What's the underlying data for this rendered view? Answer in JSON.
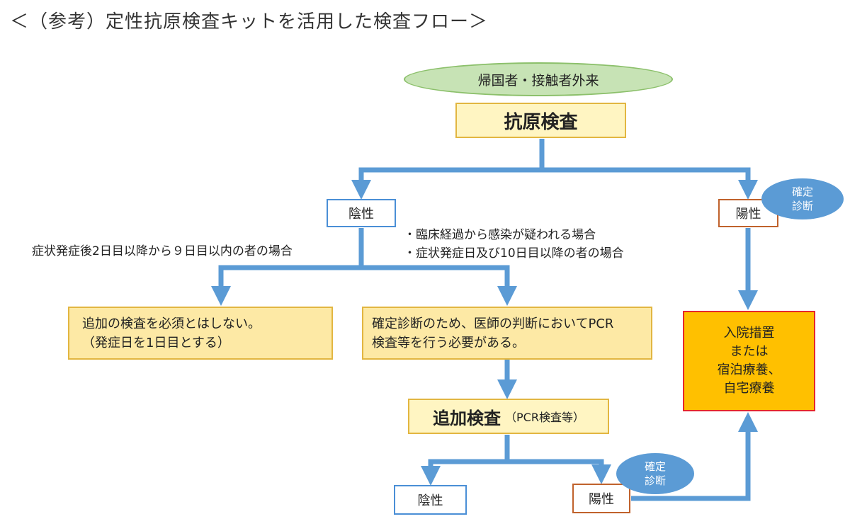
{
  "title": "＜（参考）定性抗原検査キットを活用した検査フロー＞",
  "diagram": {
    "start": "帰国者・接触者外来",
    "antigen_test": "抗原検査",
    "negative": "陰性",
    "positive": "陽性",
    "confirmed": [
      "確定",
      "診断"
    ],
    "negative_condition": "症状発症後2日目以降から９日目以内の者の場合",
    "other_conditions": [
      "・臨床経過から感染が疑われる場合",
      "・症状発症日及び10日目以降の者の場合"
    ],
    "no_additional_test": [
      "追加の検査を必須とはしない。",
      "（発症日を1日目とする）"
    ],
    "pcr_by_doctor": [
      "確定診断のため、医師の判断においてPCR",
      "検査等を行う必要がある。"
    ],
    "additional_test": "追加検査",
    "additional_test_note": "（PCR検査等）",
    "hospitalization": [
      "入院措置",
      "または",
      "宿泊療養、",
      "自宅療養"
    ]
  }
}
